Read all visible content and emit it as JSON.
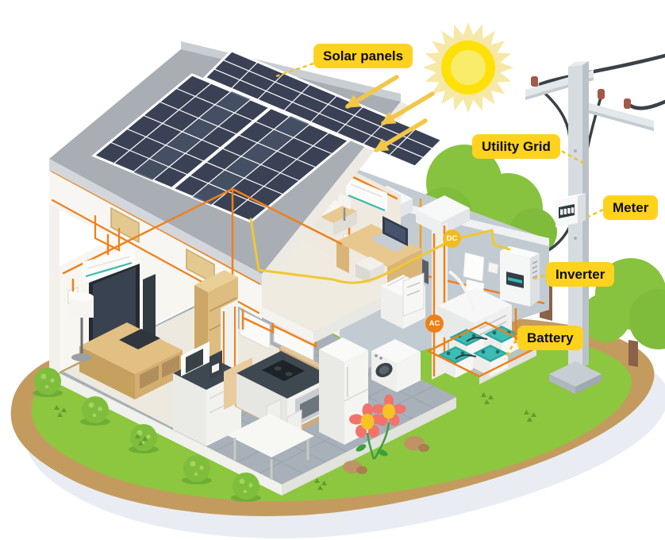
{
  "labels": {
    "solar_panels": "Solar panels",
    "utility_grid": "Utility Grid",
    "meter": "Meter",
    "inverter": "Inverter",
    "battery": "Battery"
  },
  "badges": {
    "dc": "DC",
    "ac": "AC"
  },
  "colors": {
    "label_bg": "#FFD21E",
    "label_text": "#0E0E0E",
    "dc_badge": "#F2BC1E",
    "ac_badge": "#EF8018",
    "wire_ac": "#F08019",
    "wire_dc": "#F0C832",
    "solar_panel": "#3A4154",
    "roof": "#A9AEB4",
    "grass": "#8DC63F",
    "soil": "#C49B5F",
    "sun": "#FFE10A",
    "battery_top": "#2FA9A2",
    "power_line": "#3A4247"
  }
}
